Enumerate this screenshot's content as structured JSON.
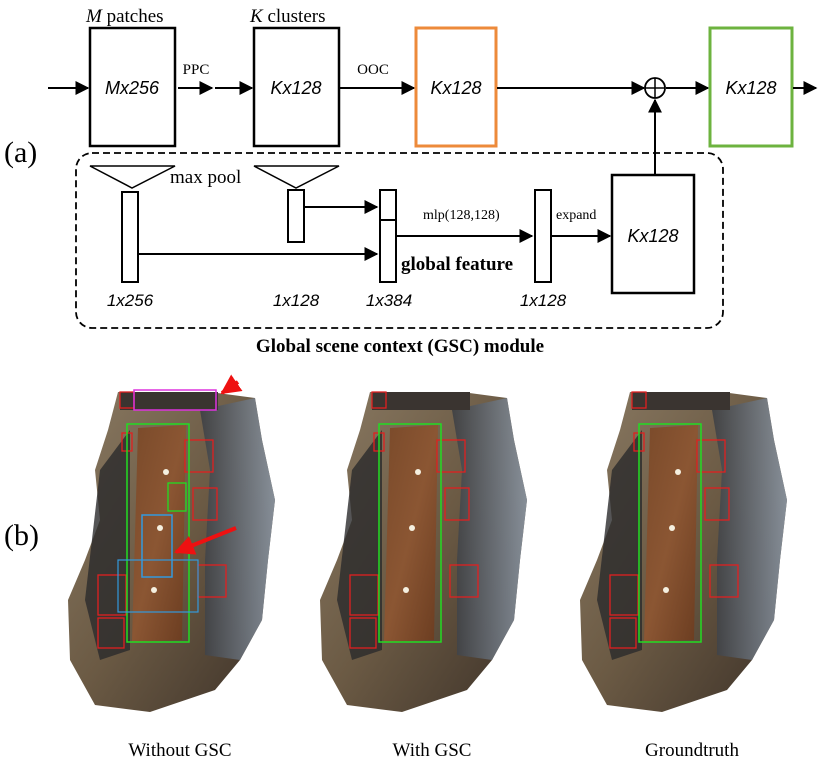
{
  "panel_labels": {
    "a": "(a)",
    "b": "(b)"
  },
  "pipeline": {
    "top_label_1": {
      "var": "M",
      "text": " patches"
    },
    "top_label_2": {
      "var": "K",
      "text": " clusters"
    },
    "box1": "Mx256",
    "box2": "Kx128",
    "box3": "Kx128",
    "box4": "Kx128",
    "op1": "PPC",
    "op2": "OOC",
    "colors": {
      "orange": "#ED8A3A",
      "green": "#6DB33F"
    }
  },
  "gsc": {
    "max_pool": "max pool",
    "mlp": "mlp(128,128)",
    "expand": "expand",
    "global_feature": "global feature",
    "out_box": "Kx128",
    "dims": [
      "1x256",
      "1x128",
      "1x384",
      "1x128"
    ],
    "title": "Global scene context (GSC) module"
  },
  "captions": [
    "Without GSC",
    "With GSC",
    "Groundtruth"
  ],
  "bbox_colors": {
    "red": "#E02020",
    "green": "#22DD22",
    "cyan": "#3399DD",
    "magenta": "#DD33DD",
    "arrow": "#EE1111"
  }
}
